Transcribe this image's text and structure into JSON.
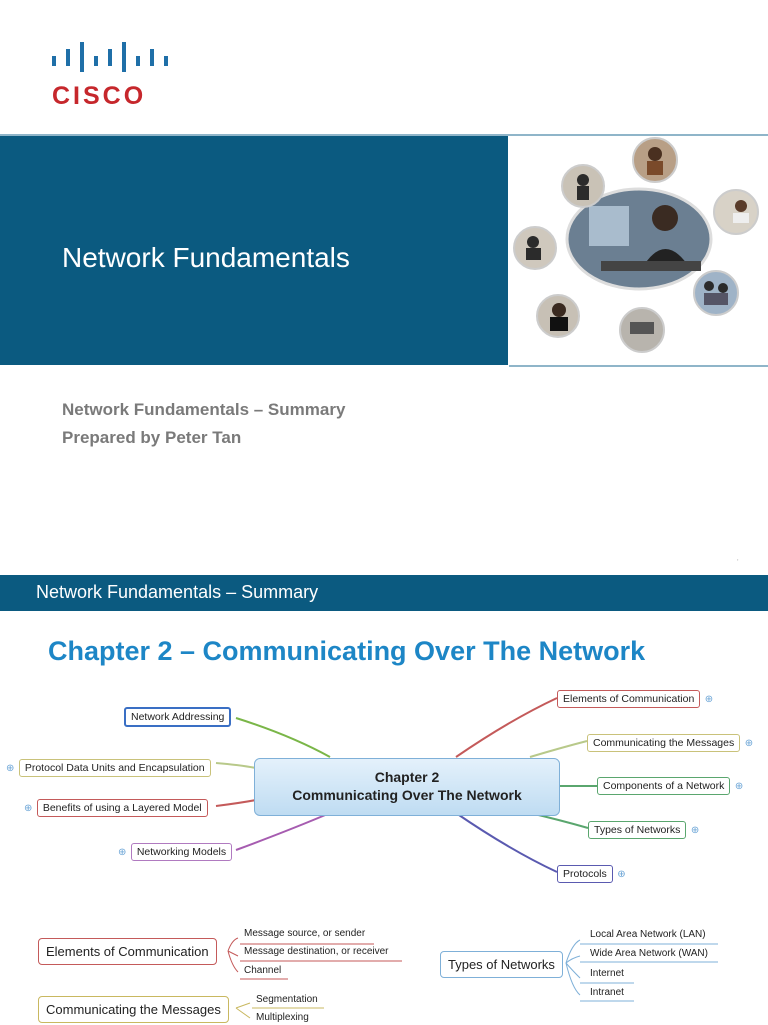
{
  "slide1": {
    "logo": {
      "text": "CISCO",
      "color": "#c6272c",
      "bar_color": "#1f6fa8"
    },
    "title": "Network Fundamentals",
    "subtitle_line1": "Network Fundamentals – Summary",
    "subtitle_line2": "Prepared by Peter Tan",
    "band_color": "#0b5a80"
  },
  "slide2": {
    "header": "Network Fundamentals – Summary",
    "chapter_title": "Chapter 2 – Communicating Over The Network",
    "mindmap": {
      "central_line1": "Chapter 2",
      "central_line2": "Communicating Over The Network",
      "left_nodes": [
        "Network Addressing",
        "Protocol Data Units and Encapsulation",
        "Benefits of using a Layered Model",
        "Networking Models"
      ],
      "right_nodes": [
        "Elements of Communication",
        "Communicating the Messages",
        "Components of a Network",
        "Types of Networks",
        "Protocols"
      ]
    },
    "trees": {
      "elements": {
        "root": "Elements of Communication",
        "leaves": [
          "Message source, or sender",
          "Message destination, or receiver",
          "Channel"
        ]
      },
      "messages": {
        "root": "Communicating the Messages",
        "leaves": [
          "Segmentation",
          "Multiplexing"
        ]
      },
      "types": {
        "root": "Types of Networks",
        "leaves": [
          "Local Area Network (LAN)",
          "Wide Area Network (WAN)",
          "Internet",
          "Intranet"
        ]
      }
    }
  }
}
